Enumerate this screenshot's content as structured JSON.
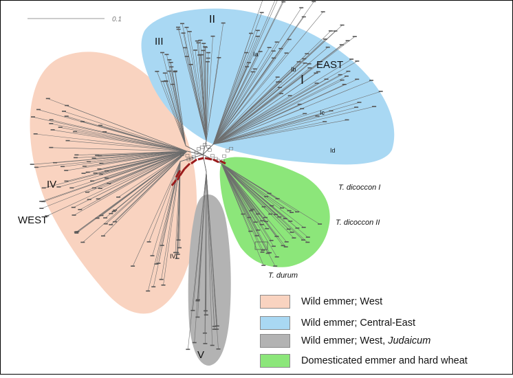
{
  "scale_bar": {
    "label": "0.1"
  },
  "group_labels": {
    "east": "EAST",
    "west": "WEST",
    "I": "I",
    "II": "II",
    "III": "III",
    "IV": "IV",
    "V": "V",
    "Ia": "Ia",
    "Ib": "Ib",
    "Ic": "Ic",
    "Id": "Id",
    "IVi": "IVi",
    "t_dicoccon_1": "T. dicoccon I",
    "t_dicoccon_2": "T. dicoccon II",
    "t_durum": "T. durum"
  },
  "legend": [
    {
      "label": "Wild emmer; West",
      "italic_part": "",
      "color": "#f9d3c0"
    },
    {
      "label": "Wild emmer; Central-East",
      "italic_part": "",
      "color": "#a9d8f3"
    },
    {
      "label": "Wild emmer; West, ",
      "italic_part": "Judaicum",
      "color": "#b3b3b3"
    },
    {
      "label": "Domesticated emmer and hard wheat",
      "italic_part": "",
      "color": "#8ce67a"
    }
  ],
  "colors": {
    "west_region": "#f9d3c0",
    "east_region": "#a9d8f3",
    "judaicum_region": "#b3b3b3",
    "domesticated_region": "#8ce67a",
    "branch": "#6e6e6e",
    "highlight_edges": "#9b1c1c"
  }
}
